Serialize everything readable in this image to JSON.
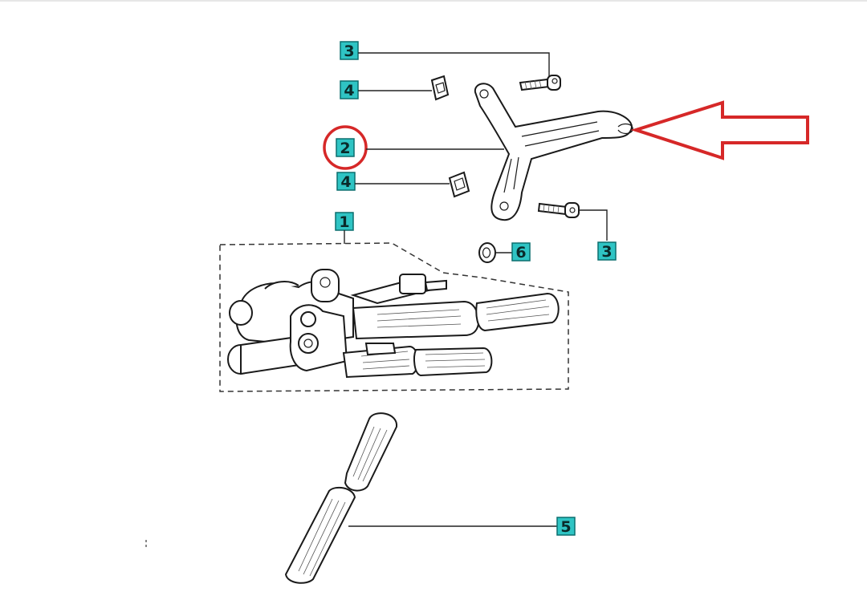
{
  "callouts": {
    "c3_top": "3",
    "c4_top": "4",
    "c2": "2",
    "c4_mid": "4",
    "c1": "1",
    "c6": "6",
    "c3_right": "3",
    "c5": "5"
  },
  "highlight": {
    "circle_color": "#d62828",
    "arrow_color": "#d62828",
    "target_callout": "2"
  },
  "colors": {
    "callout_fill": "#2fc4c4",
    "line": "#1a1a1a"
  }
}
